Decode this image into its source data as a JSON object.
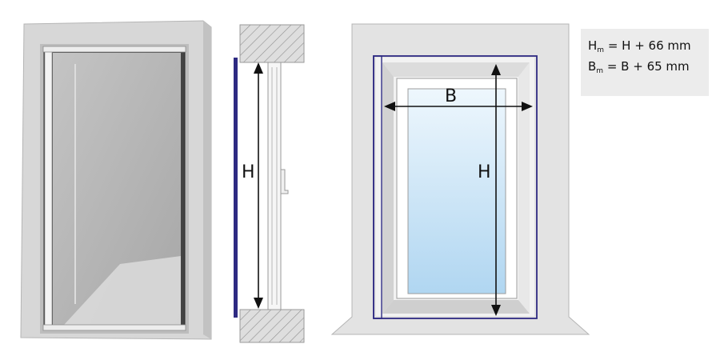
{
  "labels": {
    "side_height": "H",
    "front_width": "B",
    "front_height": "H"
  },
  "formulas": [
    {
      "main": "H",
      "sub": "m",
      "rest": " = H + 66 mm"
    },
    {
      "main": "B",
      "sub": "m",
      "rest": " = B + 65 mm"
    }
  ],
  "colors": {
    "frame_accent": "#2e2a82",
    "glass_light": "#eaf5fd",
    "glass_dark": "#b4d9f2",
    "wall": "#e3e3e3",
    "formula_bg": "#ececec"
  }
}
